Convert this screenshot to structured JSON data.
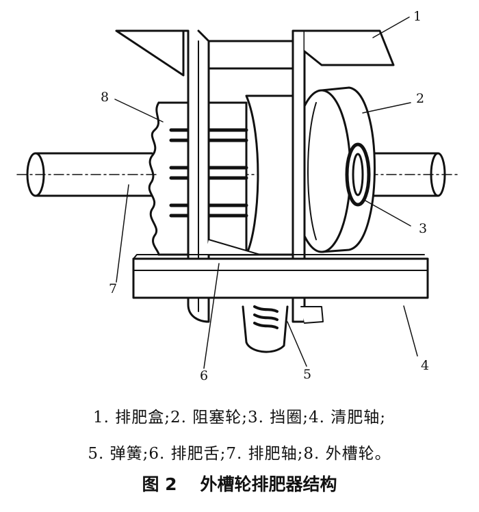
{
  "labels": {
    "n1": "1",
    "n2": "2",
    "n3": "3",
    "n4": "4",
    "n5": "5",
    "n6": "6",
    "n7": "7",
    "n8": "8"
  },
  "caption": {
    "line1": "1. 排肥盒;2. 阻塞轮;3. 挡圈;4. 清肥轴;",
    "line2": "5. 弹簧;6. 排肥舌;7. 排肥轴;8. 外槽轮。",
    "figure_no": "图 2",
    "title": "外槽轮排肥器结构"
  }
}
